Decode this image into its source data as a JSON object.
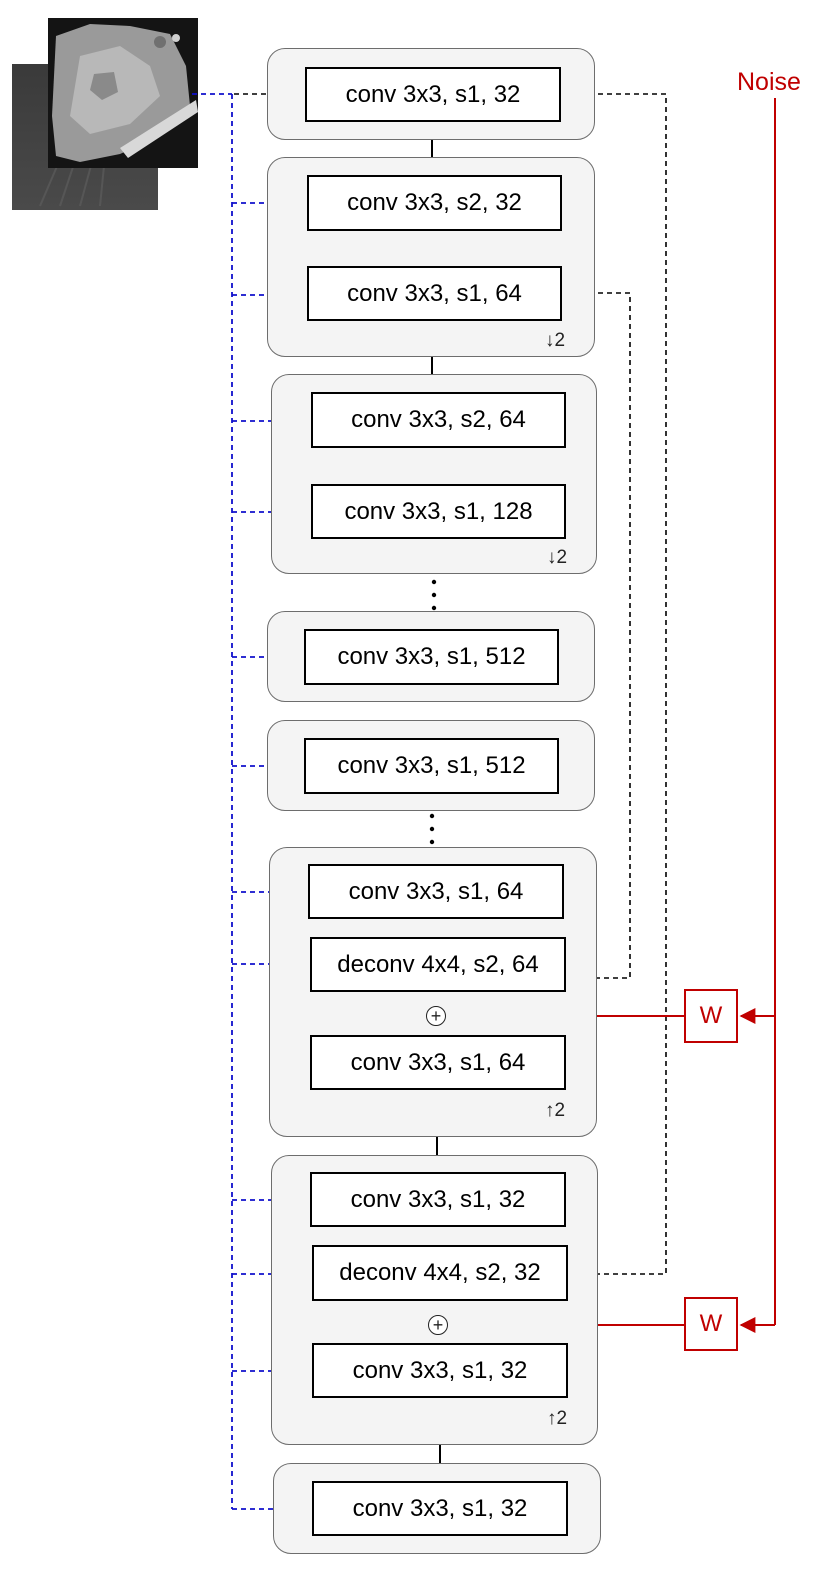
{
  "noise": {
    "label": "Noise",
    "color": "#c00000"
  },
  "weight_label": "W",
  "colors": {
    "input_lines": "#1010cc",
    "skip_lines": "#000000",
    "noise_lines": "#c00000"
  },
  "blocks": [
    {
      "layers": [
        "conv 3x3, s1, 32"
      ]
    },
    {
      "layers": [
        "conv 3x3, s2, 32",
        "conv 3x3, s1, 64"
      ],
      "scale": "↓2"
    },
    {
      "layers": [
        "conv 3x3, s2, 64",
        "conv 3x3, s1, 128"
      ],
      "scale": "↓2"
    },
    {
      "layers": [
        "conv 3x3, s1, 512"
      ]
    },
    {
      "layers": [
        "conv 3x3, s1, 512"
      ]
    },
    {
      "layers": [
        "conv 3x3, s1, 64",
        "deconv 4x4, s2, 64",
        "conv 3x3, s1, 64"
      ],
      "scale": "↑2"
    },
    {
      "layers": [
        "conv 3x3, s1, 32",
        "deconv 4x4, s2, 32",
        "conv 3x3, s1, 32"
      ],
      "scale": "↑2"
    },
    {
      "layers": [
        "conv 3x3, s1, 32"
      ]
    }
  ]
}
